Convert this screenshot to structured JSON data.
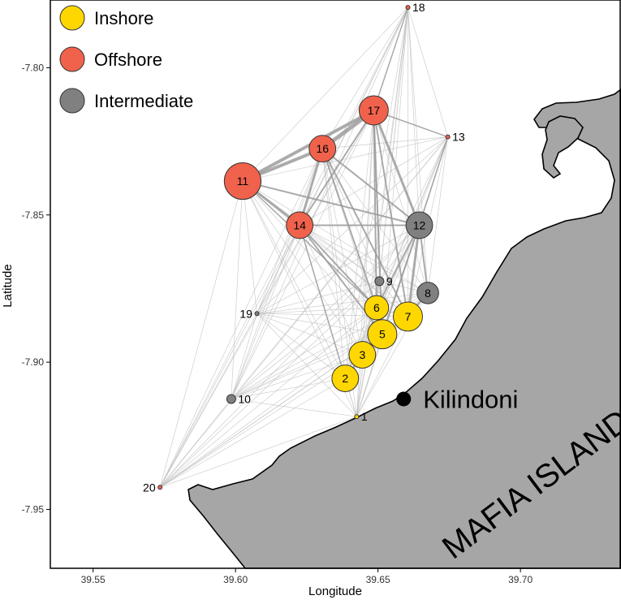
{
  "map": {
    "xlabel": "Longitude",
    "ylabel": "Latitude",
    "xlim": [
      39.535,
      39.735
    ],
    "ylim": [
      -7.97,
      -7.777
    ],
    "x_ticks": [
      {
        "value": 39.55,
        "label": "39.55"
      },
      {
        "value": 39.6,
        "label": "39.60"
      },
      {
        "value": 39.65,
        "label": "39.65"
      },
      {
        "value": 39.7,
        "label": "39.70"
      }
    ],
    "y_ticks": [
      {
        "value": -7.8,
        "label": "-7.80"
      },
      {
        "value": -7.85,
        "label": "-7.85"
      },
      {
        "value": -7.9,
        "label": "-7.90"
      },
      {
        "value": -7.95,
        "label": "-7.95"
      }
    ],
    "land_color": "#a6a6a6",
    "place_label": "Kilindoni",
    "place_point": {
      "lon": 39.659,
      "lat": -7.9125
    },
    "island_label": "MAFIA ISLAND"
  },
  "legend": [
    {
      "label": "Inshore",
      "color": "#ffd700"
    },
    {
      "label": "Offshore",
      "color": "#f0624c"
    },
    {
      "label": "Intermediate",
      "color": "#808080"
    }
  ],
  "colors": {
    "Inshore": "#ffd700",
    "Offshore": "#f0624c",
    "Intermediate": "#808080"
  },
  "sites": [
    {
      "id": "1",
      "lon": 39.6425,
      "lat": -7.9185,
      "type": "Inshore",
      "size": 1
    },
    {
      "id": "2",
      "lon": 39.6385,
      "lat": -7.9055,
      "type": "Inshore",
      "size": 8
    },
    {
      "id": "3",
      "lon": 39.6445,
      "lat": -7.8975,
      "type": "Inshore",
      "size": 8
    },
    {
      "id": "5",
      "lon": 39.6515,
      "lat": -7.8905,
      "type": "Inshore",
      "size": 9
    },
    {
      "id": "6",
      "lon": 39.6495,
      "lat": -7.8815,
      "type": "Inshore",
      "size": 7
    },
    {
      "id": "7",
      "lon": 39.6605,
      "lat": -7.8845,
      "type": "Inshore",
      "size": 9
    },
    {
      "id": "8",
      "lon": 39.6675,
      "lat": -7.8765,
      "type": "Intermediate",
      "size": 6
    },
    {
      "id": "9",
      "lon": 39.6505,
      "lat": -7.8725,
      "type": "Intermediate",
      "size": 3
    },
    {
      "id": "10",
      "lon": 39.5985,
      "lat": -7.9125,
      "type": "Intermediate",
      "size": 2
    },
    {
      "id": "11",
      "lon": 39.6025,
      "lat": -7.8385,
      "type": "Offshore",
      "size": 12
    },
    {
      "id": "12",
      "lon": 39.6645,
      "lat": -7.8535,
      "type": "Intermediate",
      "size": 8
    },
    {
      "id": "13",
      "lon": 39.6745,
      "lat": -7.8235,
      "type": "Offshore",
      "size": 1
    },
    {
      "id": "14",
      "lon": 39.6225,
      "lat": -7.8535,
      "type": "Offshore",
      "size": 8
    },
    {
      "id": "16",
      "lon": 39.6305,
      "lat": -7.8275,
      "type": "Offshore",
      "size": 8
    },
    {
      "id": "17",
      "lon": 39.6485,
      "lat": -7.8145,
      "type": "Offshore",
      "size": 9
    },
    {
      "id": "18",
      "lon": 39.6605,
      "lat": -7.7795,
      "type": "Offshore",
      "size": 1
    },
    {
      "id": "19",
      "lon": 39.6075,
      "lat": -7.8835,
      "type": "Intermediate",
      "size": 1
    },
    {
      "id": "20",
      "lon": 39.5735,
      "lat": -7.9425,
      "type": "Offshore",
      "size": 1
    }
  ],
  "strong_links": [
    [
      "11",
      "16",
      4
    ],
    [
      "11",
      "17",
      4
    ],
    [
      "16",
      "17",
      5
    ],
    [
      "11",
      "14",
      3
    ],
    [
      "16",
      "14",
      3
    ],
    [
      "17",
      "14",
      2
    ],
    [
      "17",
      "12",
      3
    ],
    [
      "12",
      "7",
      3
    ],
    [
      "12",
      "8",
      2
    ],
    [
      "12",
      "6",
      2
    ],
    [
      "17",
      "6",
      2
    ],
    [
      "16",
      "12",
      2
    ],
    [
      "14",
      "12",
      2
    ],
    [
      "14",
      "6",
      2
    ],
    [
      "14",
      "5",
      2
    ],
    [
      "16",
      "6",
      2
    ],
    [
      "16",
      "7",
      2
    ],
    [
      "17",
      "7",
      2
    ],
    [
      "17",
      "5",
      2
    ],
    [
      "11",
      "12",
      2
    ],
    [
      "14",
      "2",
      1.5
    ],
    [
      "12",
      "5",
      2
    ],
    [
      "8",
      "7",
      2
    ],
    [
      "6",
      "5",
      2
    ],
    [
      "5",
      "3",
      2
    ],
    [
      "3",
      "2",
      2
    ],
    [
      "13",
      "12",
      1.5
    ],
    [
      "18",
      "17",
      1.5
    ],
    [
      "13",
      "17",
      1.5
    ],
    [
      "11",
      "6",
      1.5
    ]
  ]
}
